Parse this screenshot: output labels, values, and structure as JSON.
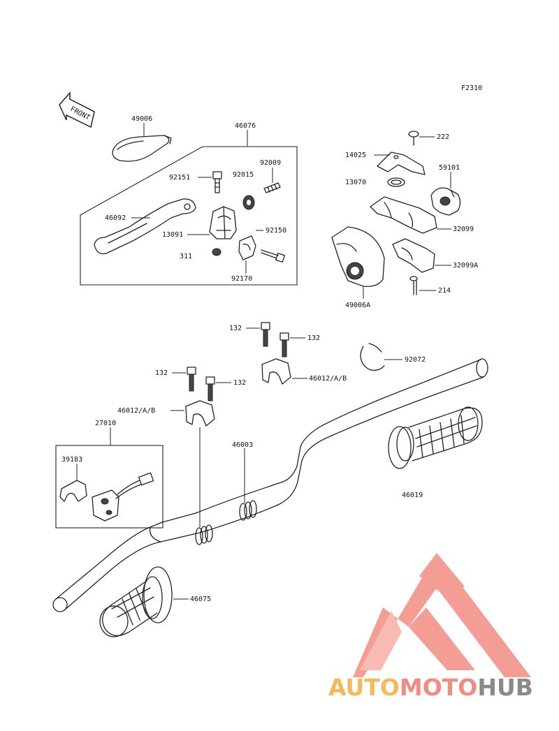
{
  "figure_code": "F2310",
  "front_label": "FRONT",
  "labels": {
    "p49006": "49006",
    "p46076": "46076",
    "p92009": "92009",
    "p92151": "92151",
    "p92015": "92015",
    "p46092": "46092",
    "p13091": "13091",
    "p92150": "92150",
    "p311": "311",
    "p92170": "92170",
    "p222": "222",
    "p14025": "14025",
    "p13070": "13070",
    "p59101": "59101",
    "p32099": "32099",
    "p32099A": "32099A",
    "p214": "214",
    "p49006A": "49006A",
    "p132a": "132",
    "p132b": "132",
    "p132c": "132",
    "p132d": "132",
    "p92072": "92072",
    "p46012a": "46012/A/B",
    "p46012b": "46012/A/B",
    "p27010": "27010",
    "p39183": "39183",
    "p46003": "46003",
    "p46019": "46019",
    "p46075": "46075"
  },
  "watermark": {
    "part1": "AUTO",
    "part2": "MOTO",
    "part3": "HUB",
    "colors": {
      "auto": "#f5b95a",
      "moto": "#f28c82",
      "hub": "#8a8a8a",
      "logo": "#f28c82"
    }
  }
}
